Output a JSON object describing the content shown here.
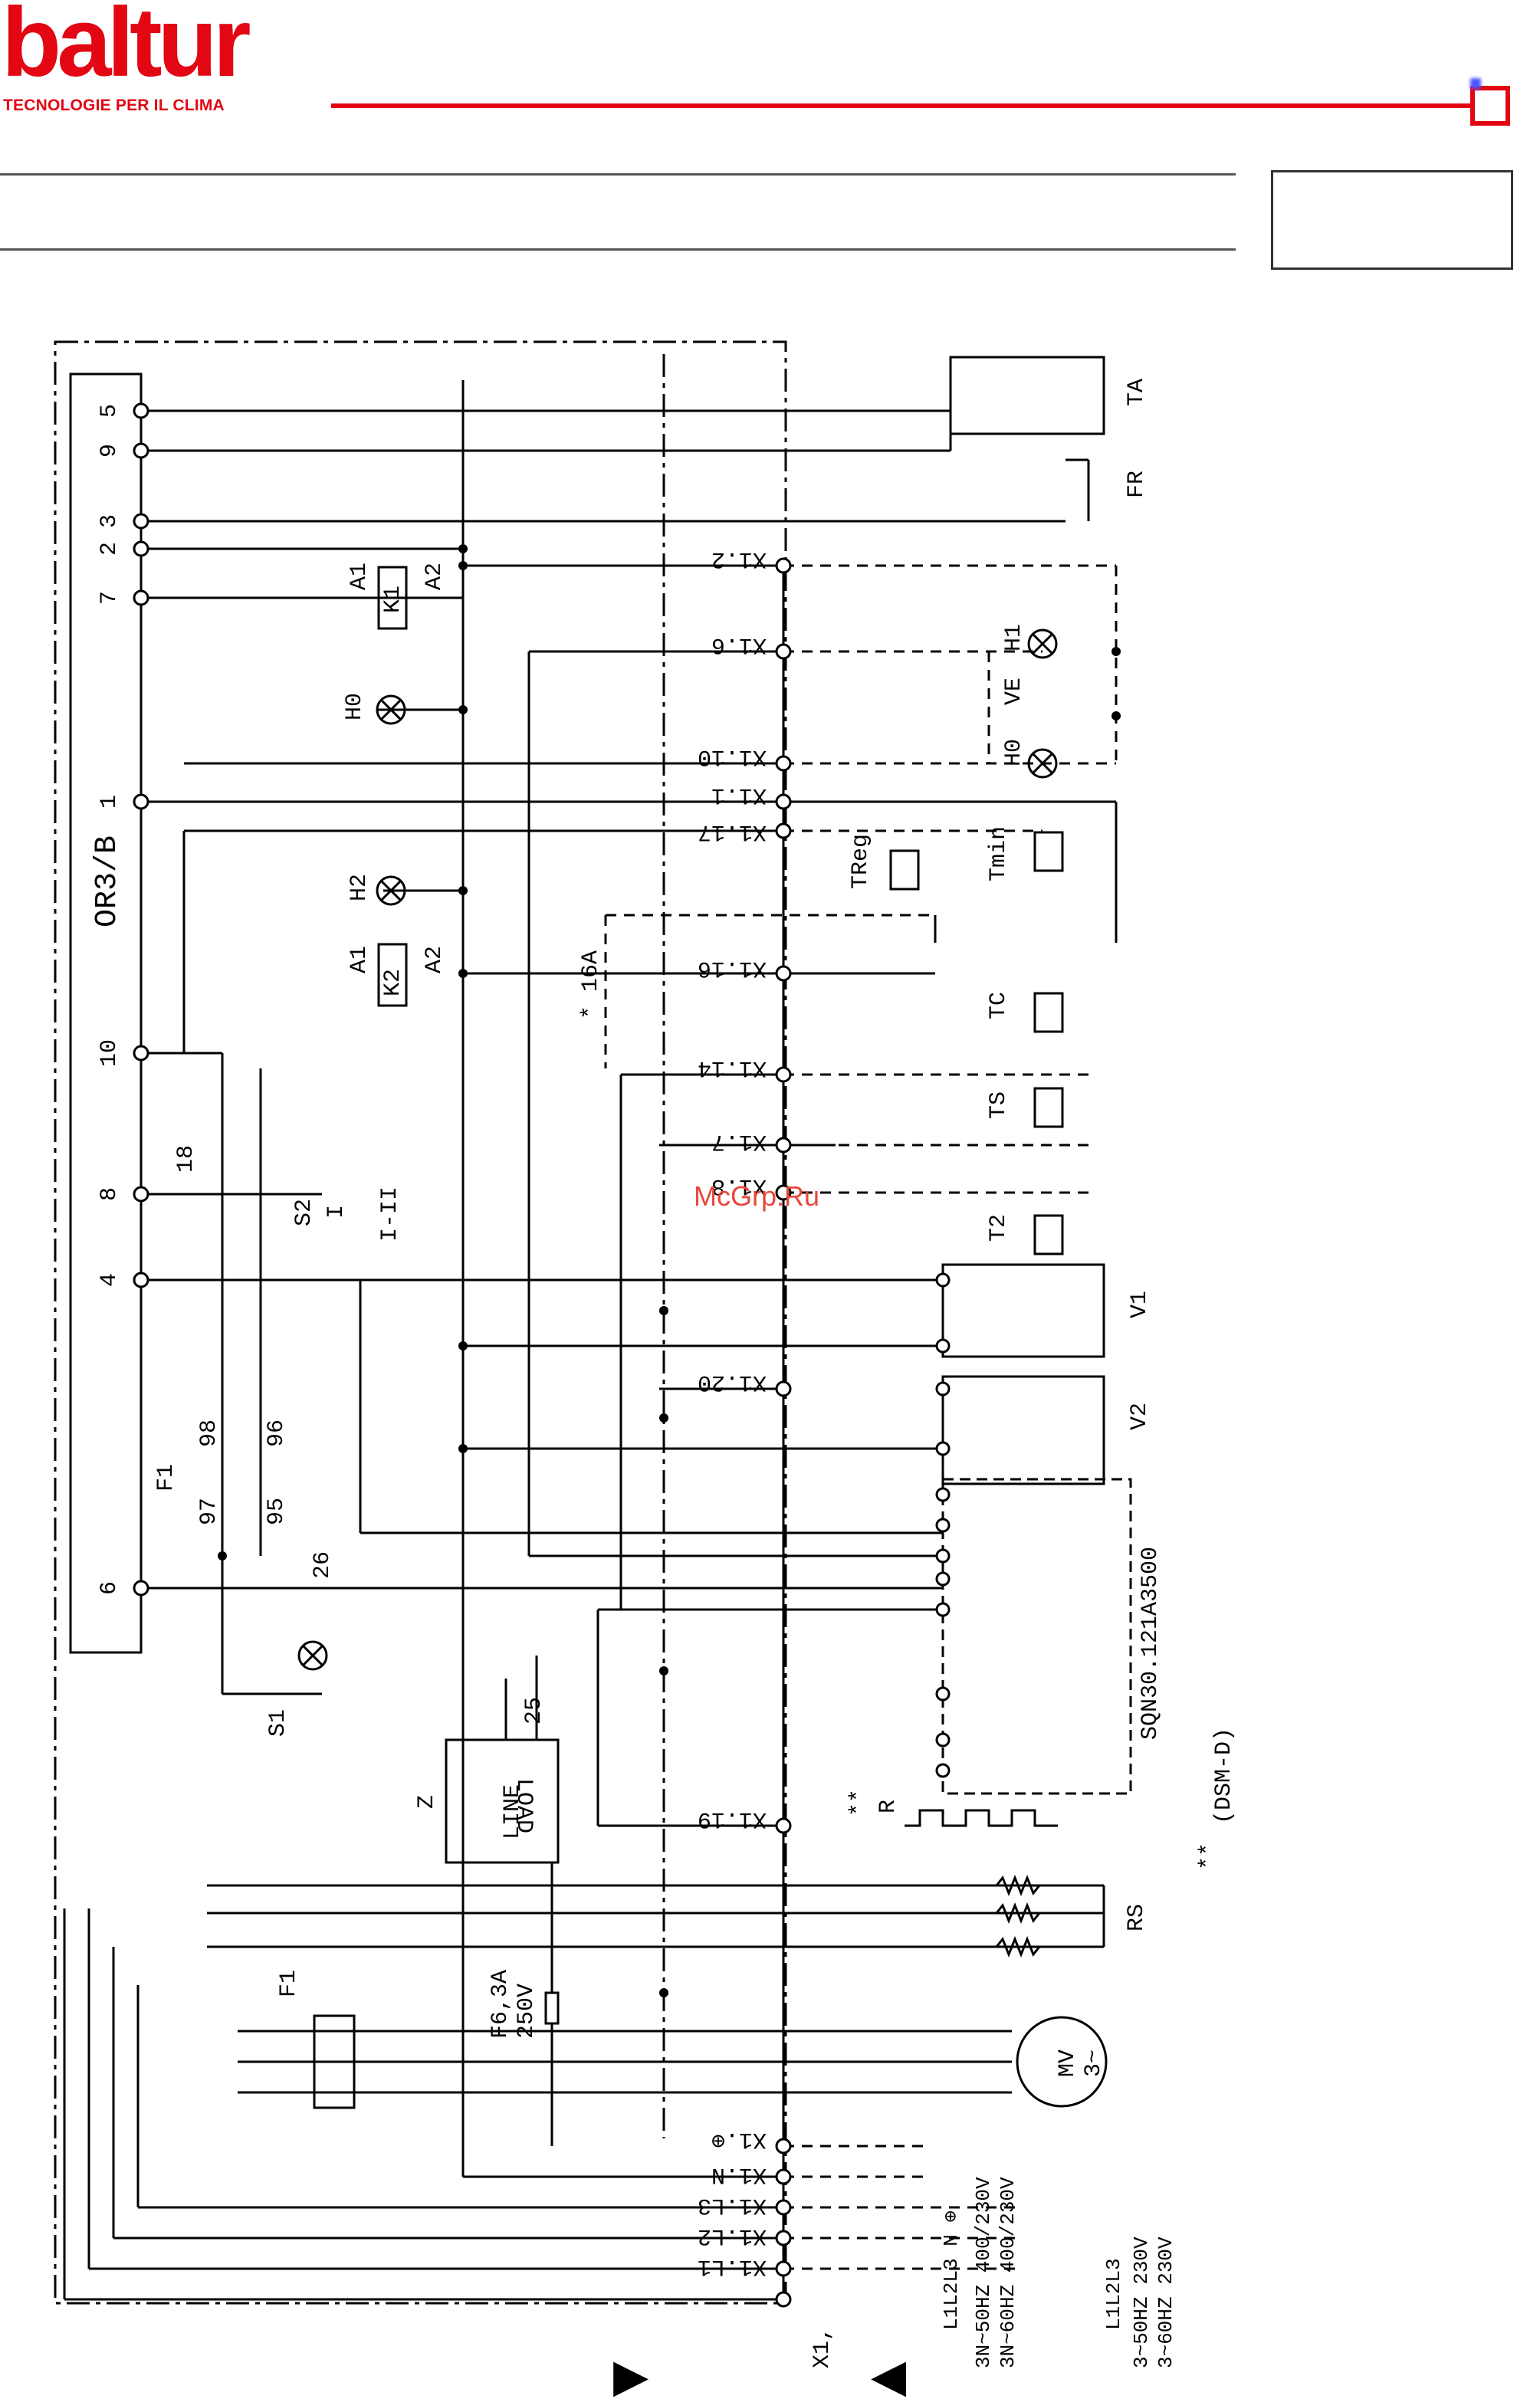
{
  "header": {
    "brand": "baltur",
    "tagline": "TECNOLOGIE PER IL CLIMA",
    "brand_color": "#e30613"
  },
  "watermark": "McGrp.Ru",
  "terminals_left": [
    "5",
    "9",
    "3",
    "2",
    "7",
    "1",
    "10",
    "8",
    "4",
    "6"
  ],
  "control_unit": "OR3/B",
  "wire_labels": [
    "18",
    "26",
    "25",
    "98",
    "96",
    "97",
    "95"
  ],
  "x1_terminals": [
    "X1.2",
    "X1.6",
    "X1.10",
    "X1.1",
    "X1.17",
    "X1.16",
    "X1.14",
    "X1.7",
    "X1.8",
    "X1.20",
    "X1.19",
    "X1.⊕",
    "X1.N",
    "X1.L3",
    "X1.L2",
    "X1.L1"
  ],
  "x1_label": "X1,",
  "components": {
    "TA": "TA",
    "FR": "FR",
    "H1": "H1",
    "VE": "VE",
    "H0": "H0",
    "Tmin": "Tmin",
    "TReg": "TReg",
    "TC": "TC",
    "TS": "TS",
    "T2": "T2",
    "V1": "V1",
    "V2": "V2",
    "K1": "K1",
    "K2": "K2",
    "A1": "A1",
    "A2": "A2",
    "H2": "H2",
    "S2": "S2",
    "S2_pos": "I-II",
    "S2_sym": "I",
    "F1": "F1",
    "S1": "S1",
    "Z": "Z",
    "Z_load": "LOAD",
    "Z_line": "LINE",
    "R": "R",
    "RS": "RS",
    "MV": "MV",
    "MV_phase": "3~",
    "fuse": "F6,3A",
    "fuse_v": "250V",
    "servo": "SQN30.121A3500",
    "note16": "* 16A",
    "dsm": "(DSM-D)",
    "stars": "**"
  },
  "supply": {
    "l1": "L1L2L3 N ⊕",
    "l2": "3N~50HZ 400/230V",
    "l3": "3N~60HZ 400/230V",
    "r1": "L1L2L3",
    "r2": "3~50HZ 230V",
    "r3": "3~60HZ 230V"
  },
  "nav": {
    "next": "▶",
    "prev": "◀"
  }
}
